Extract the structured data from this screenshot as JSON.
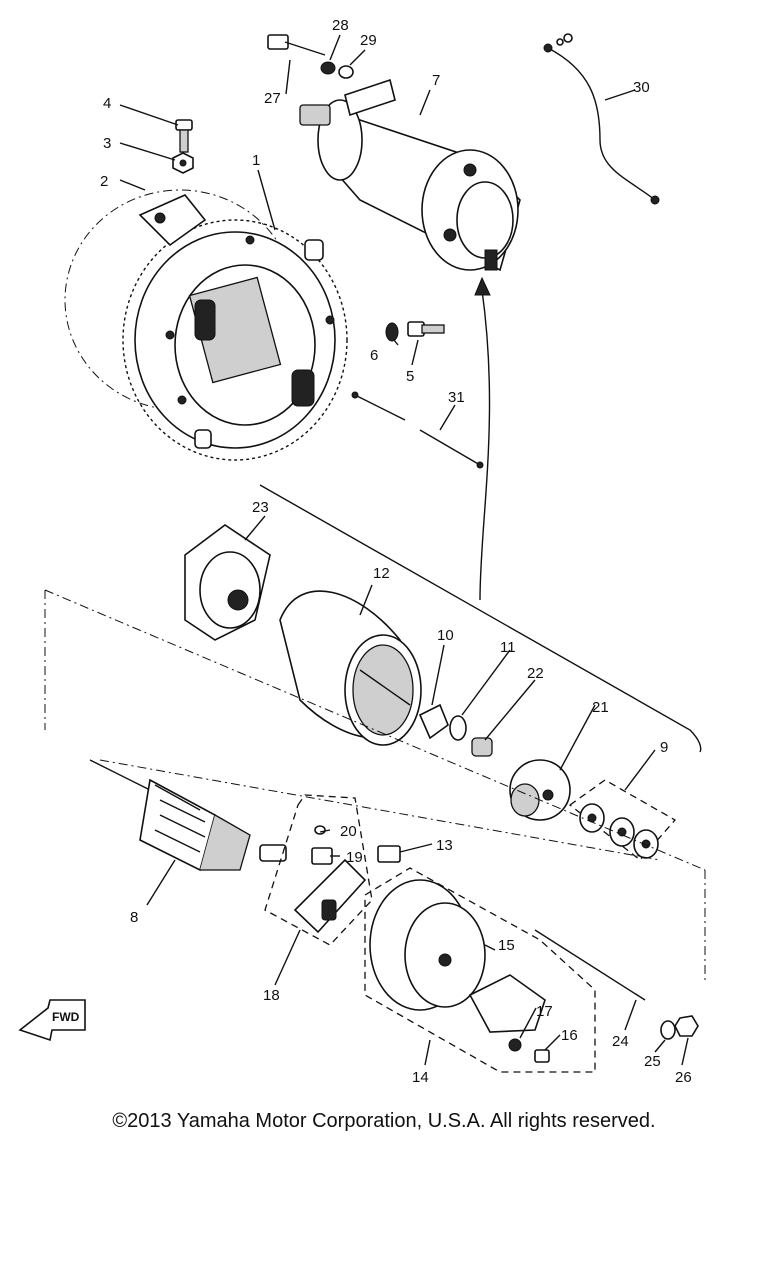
{
  "diagram": {
    "part_labels": [
      "1",
      "2",
      "3",
      "4",
      "5",
      "6",
      "7",
      "8",
      "9",
      "10",
      "11",
      "12",
      "13",
      "14",
      "15",
      "16",
      "17",
      "18",
      "19",
      "20",
      "21",
      "22",
      "23",
      "24",
      "25",
      "26",
      "27",
      "28",
      "29",
      "30",
      "31"
    ],
    "fwd_label": "FWD"
  },
  "footer": {
    "copyright": "©2013 Yamaha Motor Corporation, U.S.A. All rights reserved."
  }
}
